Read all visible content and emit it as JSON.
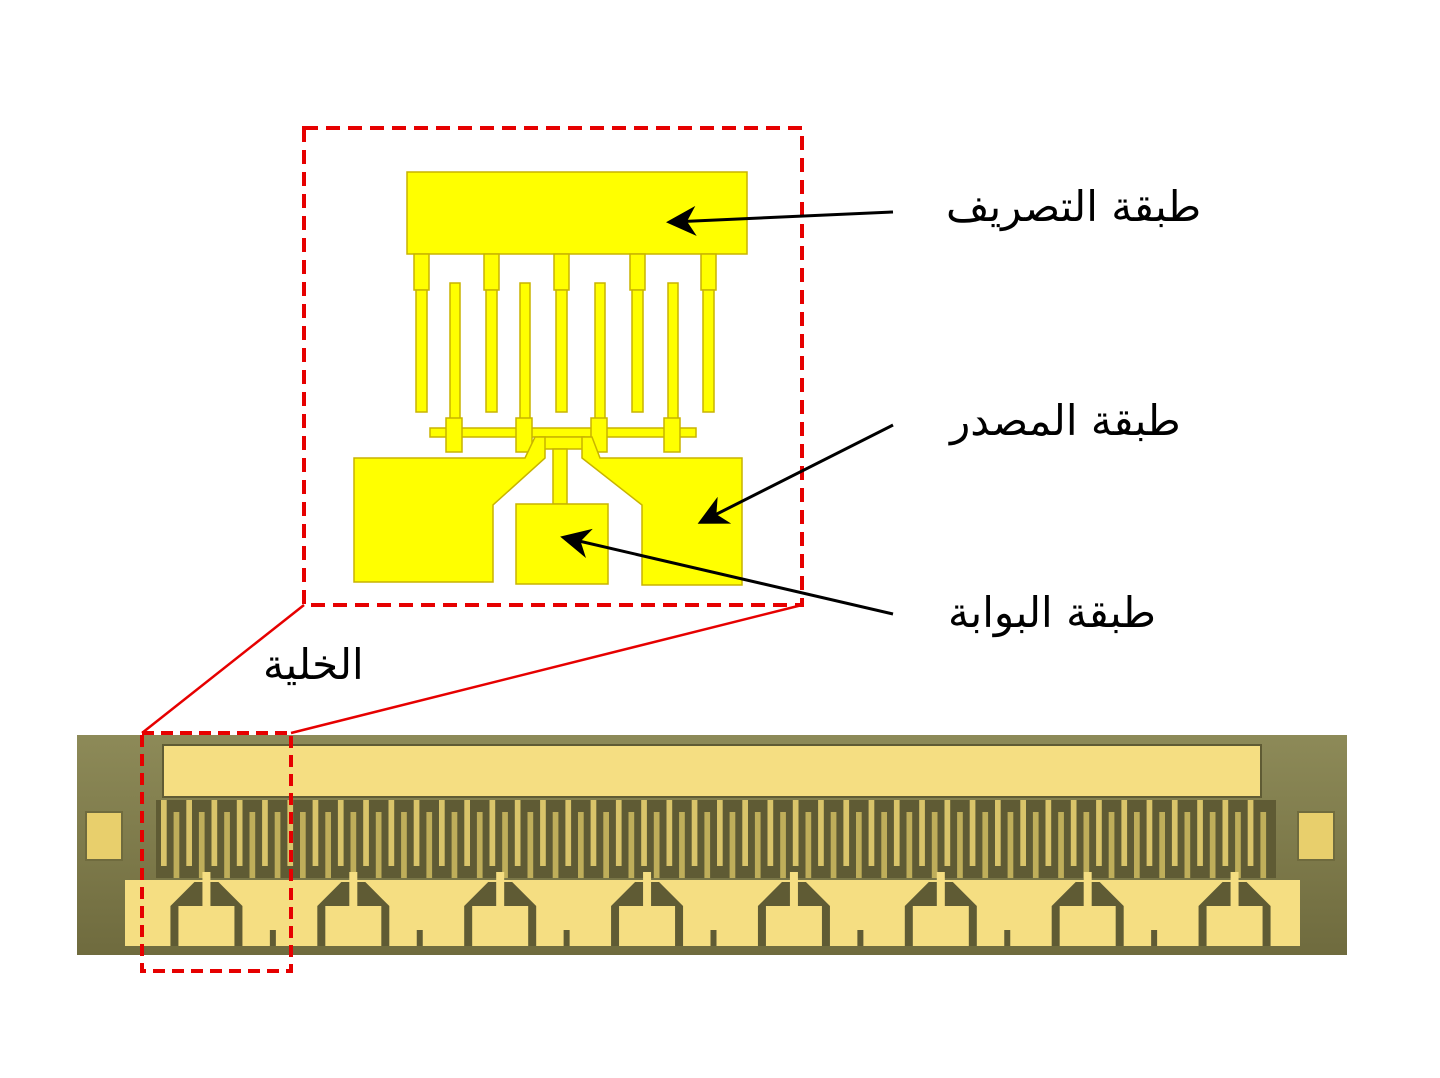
{
  "labels": {
    "drain": "طبقة التصريف",
    "source": "طبقة المصدر",
    "gate": "طبقة البوابة",
    "cell": "الخلية"
  },
  "colors": {
    "metal": "#ffff00",
    "metal_edge": "#c8b400",
    "highlight": "#e60000",
    "arrow": "#000000",
    "chip_bg": "#7e7a4a",
    "chip_metal": "#f5de82",
    "chip_finger_dark": "#5f5b34"
  },
  "chip": {
    "cell_count": 8,
    "finger_pair_count": 44
  }
}
